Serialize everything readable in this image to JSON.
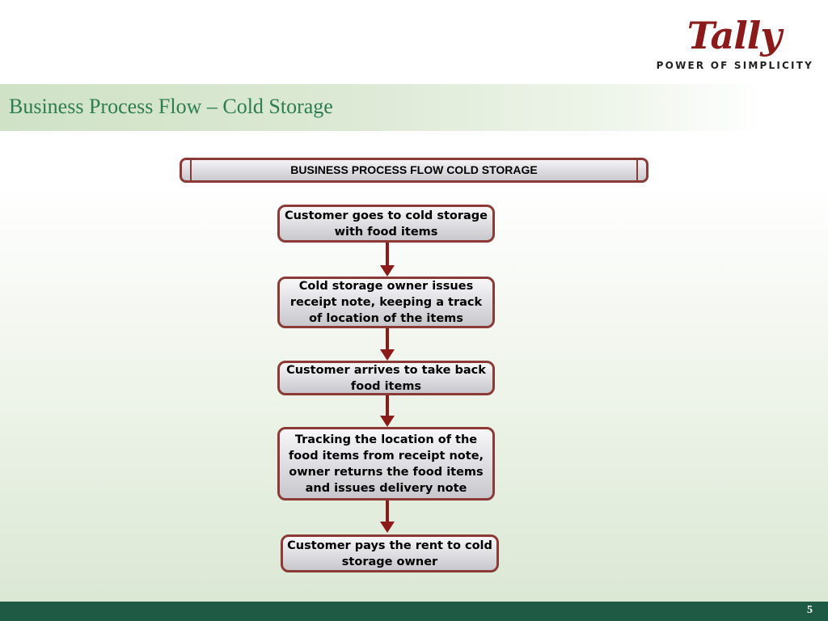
{
  "logo": {
    "wordmark": "Tally",
    "tagline": "POWER OF SIMPLICITY"
  },
  "title": "Business Process Flow – Cold Storage",
  "diagram": {
    "heading": "BUSINESS PROCESS FLOW COLD STORAGE",
    "steps": [
      "Customer goes to cold storage\nwith food items",
      "Cold storage owner issues\nreceipt note, keeping a track\nof location of the items",
      "Customer arrives to take back\nfood items",
      "Tracking the location of the\nfood items from receipt note,\nowner returns the food items\nand issues delivery note",
      "Customer pays the rent to cold\nstorage owner"
    ],
    "colors": {
      "box_border": "#8b3a36",
      "arrow": "#8b1a1a",
      "title": "#2e7d50",
      "footer": "#1e5a44"
    }
  },
  "footer": {
    "page_number": "5"
  }
}
